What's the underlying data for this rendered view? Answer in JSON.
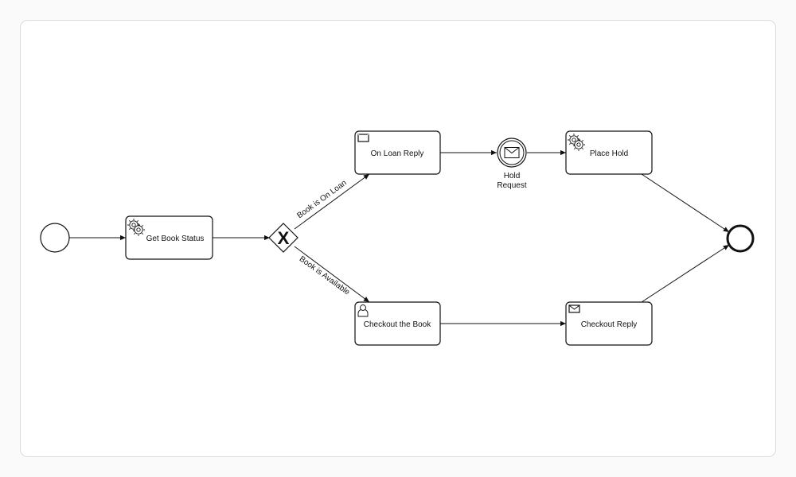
{
  "diagram": {
    "tasks": {
      "get_book_status": {
        "label": "Get Book Status",
        "icon": "gear-icon"
      },
      "on_loan_reply": {
        "label": "On Loan Reply",
        "icon": "send-message-icon"
      },
      "place_hold": {
        "label": "Place Hold",
        "icon": "gear-icon"
      },
      "checkout_book": {
        "label": "Checkout the Book",
        "icon": "user-icon"
      },
      "checkout_reply": {
        "label": "Checkout Reply",
        "icon": "receive-message-icon"
      }
    },
    "events": {
      "start": {
        "type": "start"
      },
      "hold_request": {
        "label_line1": "Hold",
        "label_line2": "Request",
        "icon": "envelope-icon"
      },
      "end": {
        "type": "end"
      }
    },
    "gateway": {
      "type": "exclusive",
      "symbol": "X"
    },
    "flows": {
      "on_loan": {
        "label": "Book is On Loan"
      },
      "available": {
        "label": "Book is Available"
      }
    }
  }
}
